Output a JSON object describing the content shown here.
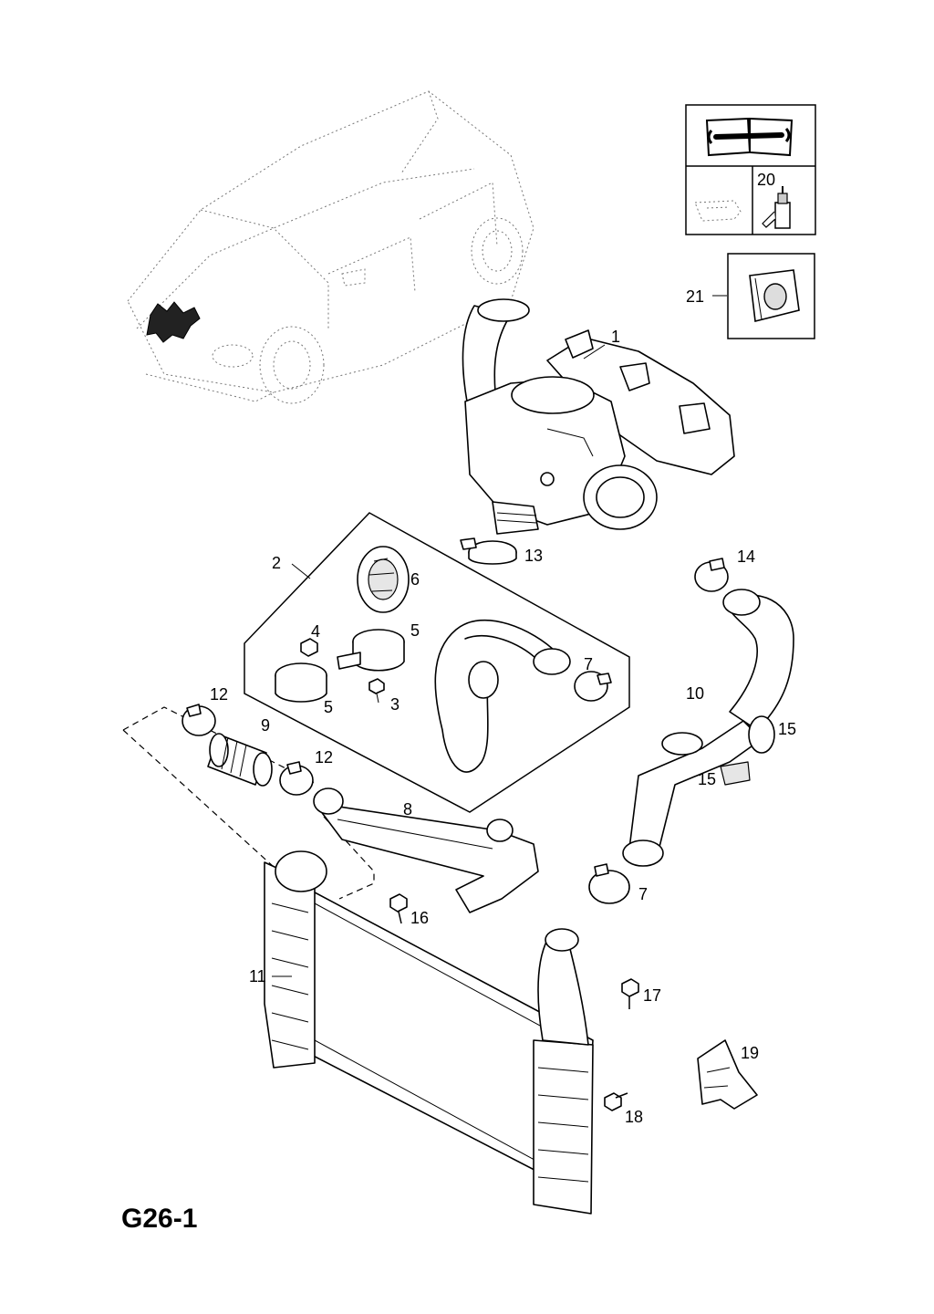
{
  "sheet_code": "G26-1",
  "callouts": {
    "c1": "1",
    "c2": "2",
    "c3": "3",
    "c4": "4",
    "c5a": "5",
    "c5b": "5",
    "c6": "6",
    "c7a": "7",
    "c7b": "7",
    "c8": "8",
    "c9": "9",
    "c10": "10",
    "c11": "11",
    "c12a": "12",
    "c12b": "12",
    "c13": "13",
    "c14": "14",
    "c15a": "15",
    "c15b": "15",
    "c16": "16",
    "c17": "17",
    "c18": "18",
    "c19": "19",
    "c20": "20",
    "c21": "21"
  },
  "icons": {
    "manual": "book-wrench-icon",
    "sealant": "sealant-bottle-icon",
    "gasket": "gasket-icon"
  }
}
